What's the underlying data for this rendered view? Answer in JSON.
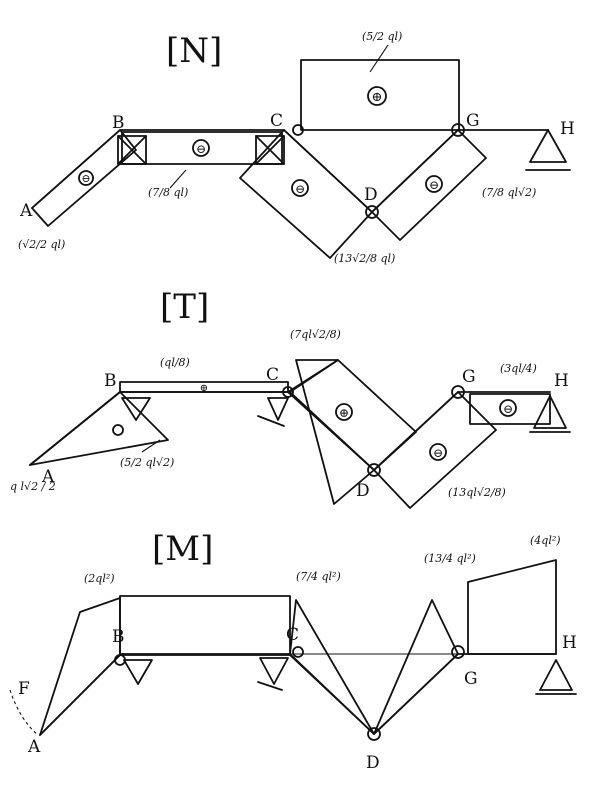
{
  "diagrams": {
    "n": {
      "title": "[N]",
      "points": {
        "a": "A",
        "b": "B",
        "c": "C",
        "d": "D",
        "g": "G",
        "h": "H"
      },
      "labels": {
        "top": "(5/2 ql)",
        "bc": "(7/8 ql)",
        "ab": "(√2/2 ql)",
        "cd": "(13√2/8 ql)",
        "dg": "(7/8 ql√2)"
      },
      "signs": {
        "top": "⊕",
        "bc": "⊖",
        "ab": "⊖",
        "cd": "⊖",
        "dg": "⊖"
      }
    },
    "t": {
      "title": "[T]",
      "points": {
        "a": "A",
        "b": "B",
        "c": "C",
        "d": "D",
        "g": "G",
        "h": "H"
      },
      "labels": {
        "bc": "(ql/8)",
        "a_left": "q l√2 / 2",
        "ab": "(5/2 ql√2)",
        "cd_top": "(7ql√2/8)",
        "dg": "(13ql√2/8)",
        "gh": "(3ql/4)"
      },
      "signs": {
        "bc": "⊕",
        "cd": "⊕",
        "dg": "⊖",
        "gh": "⊖"
      }
    },
    "m": {
      "title": "[M]",
      "points": {
        "a": "A",
        "b": "B",
        "c": "C",
        "d": "D",
        "f": "F",
        "g": "G",
        "h": "H"
      },
      "labels": {
        "b": "(2ql²)",
        "c": "(7/4 ql²)",
        "g": "(13/4 ql²)",
        "h": "(4ql²)"
      }
    }
  }
}
